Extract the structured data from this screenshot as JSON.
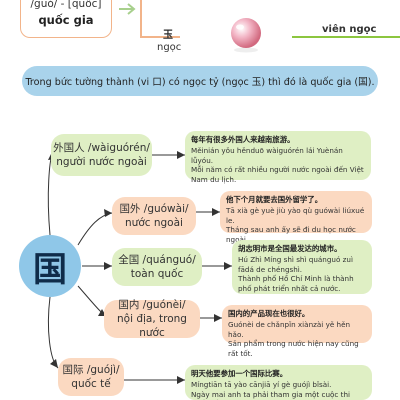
{
  "top": {
    "card_pinyin": "/guó/ - [quốc]",
    "card_vietnamese": "quốc gia",
    "yu_hanzi": "玉",
    "yu_vietnamese": "ngọc",
    "pearl_label": "viên ngọc"
  },
  "banner": "Trong bức tường thành (vi 口) có ngọc tỷ (ngọc 玉) thì đó là quốc gia (国).",
  "hub": "国",
  "colors": {
    "green": "#dfefc4",
    "orange": "#fbd9c1",
    "blue": "#a9d3eb",
    "hub": "#8fc7e8"
  },
  "words": [
    {
      "line1": "外国人 /wàiguórén/",
      "line2": "người nước ngoài",
      "example_zh": "每年有很多外国人来越南旅游。",
      "example_py": "Měinián yǒu hěnduō wàiguórén lái Yuènán lǚyóu.",
      "example_vn": "Mỗi năm có rất nhiều người nước ngoài đến Việt Nam du lịch."
    },
    {
      "line1": "国外 /guówài/",
      "line2": "nước ngoài",
      "example_zh": "他下个月就要去国外留学了。",
      "example_py": "Tā xià gè yuè jiù yào qù guówài liúxué le.",
      "example_vn": "Tháng sau anh ấy sẽ đi du học nước ngoài."
    },
    {
      "line1": "全国 /quánguó/",
      "line2": "toàn quốc",
      "example_zh": "胡志明市是全国最发达的城市。",
      "example_py": "Hú Zhì Míng shì shì quánguó zuì fādá de chéngshì.",
      "example_vn": "Thành phố Hồ Chí Minh là thành phố phát triển nhất cả nước."
    },
    {
      "line1": "国内 /guónèi/",
      "line2": "nội địa, trong nước",
      "example_zh": "国内的产品现在也很好。",
      "example_py": "Guónèi de chǎnpǐn xiànzài yě hěn hǎo.",
      "example_vn": "Sản phẩm trong nước hiện nay cũng rất tốt."
    },
    {
      "line1": "国际 /guójì/",
      "line2": "quốc tế",
      "example_zh": "明天他要参加一个国际比赛。",
      "example_py": "Míngtiān tā yào cānjiā yí gè guójì bǐsài.",
      "example_vn": "Ngày mai anh ta phải tham gia một cuộc thi quốc tế."
    }
  ]
}
